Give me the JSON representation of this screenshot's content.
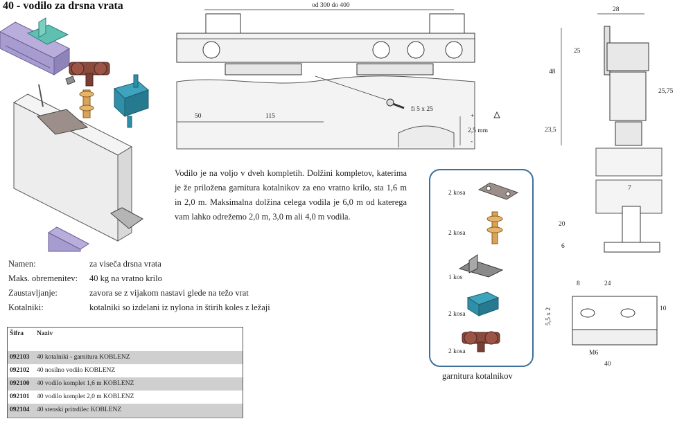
{
  "header": {
    "title": "40 - vodilo za drsna vrata"
  },
  "center_drawing": {
    "top_dim": "od 300 do 400",
    "dim_50": "50",
    "dim_115": "115",
    "screw_label": "fi 5 x 25",
    "adjust_plus": "+",
    "adjust_label": "2,5 mm",
    "adjust_minus": "-"
  },
  "right_drawing": {
    "dim_28": "28",
    "dim_25": "25",
    "dim_48": "48",
    "dim_2575": "25,75",
    "dim_235": "23,5",
    "dim_7": "7",
    "dim_20": "20",
    "dim_6": "6",
    "dim_8": "8",
    "dim_24": "24",
    "dim_10": "10",
    "dim_55x2": "5,5 x 2",
    "dim_M6": "M6",
    "dim_40": "40"
  },
  "description": "Vodilo je na voljo v dveh kompletih. Dolžini kompletov, katerima je že priložena garnitura kotalnikov za eno vratno krilo, sta 1,6 m in 2,0 m. Maksimalna dolžina celega vodila je 6,0 m od katerega vam lahko odrežemo 2,0 m, 3,0 m ali 4,0 m vodila.",
  "specs": [
    {
      "key": "Namen:",
      "value": "za viseča drsna vrata"
    },
    {
      "key": "Maks. obremenitev:",
      "value": "40 kg na vratno krilo"
    },
    {
      "key": "Zaustavljanje:",
      "value": "zavora se z vijakom nastavi glede na težo vrat"
    },
    {
      "key": "Kotalniki:",
      "value": "kotalniki so izdelani iz nylona in štirih koles z ležaji"
    }
  ],
  "product_table": {
    "headers": {
      "code": "Šifra",
      "name": "Naziv"
    },
    "rows": [
      {
        "code": "092103",
        "name": "40 kotalniki - garnitura KOBLENZ"
      },
      {
        "code": "092102",
        "name": "40 nosilno vodilo  KOBLENZ"
      },
      {
        "code": "092100",
        "name": "40 vodilo komplet 1,6 m KOBLENZ"
      },
      {
        "code": "092101",
        "name": "40 vodilo komplet 2,0 m KOBLENZ"
      },
      {
        "code": "092104",
        "name": "40 stenski pritrdilec KOBLENZ"
      }
    ]
  },
  "kit": {
    "items": [
      {
        "qty": "2 kosa"
      },
      {
        "qty": "2 kosa"
      },
      {
        "qty": "1 kos"
      },
      {
        "qty": "2 kosa"
      },
      {
        "qty": "2 kosa"
      }
    ],
    "caption": "garnitura kotalnikov"
  },
  "colors": {
    "kit_border": "#3d6f9a",
    "track_purple": "#a79ccf",
    "plate_teal": "#5fbfb1",
    "roller_brown": "#8a4a3e",
    "stopper_blue": "#2f8fa8",
    "screw_gold": "#d9a35a",
    "row_shade": "#cfcfcf"
  }
}
